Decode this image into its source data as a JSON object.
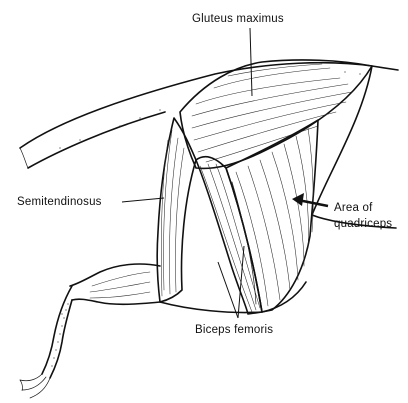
{
  "labels": {
    "gluteus_maximus": "Gluteus maximus",
    "semitendinosus": "Semitendinosus",
    "area_of_quadriceps_line1": "Area of",
    "area_of_quadriceps_line2": "quadriceps",
    "biceps_femoris": "Biceps femoris"
  }
}
